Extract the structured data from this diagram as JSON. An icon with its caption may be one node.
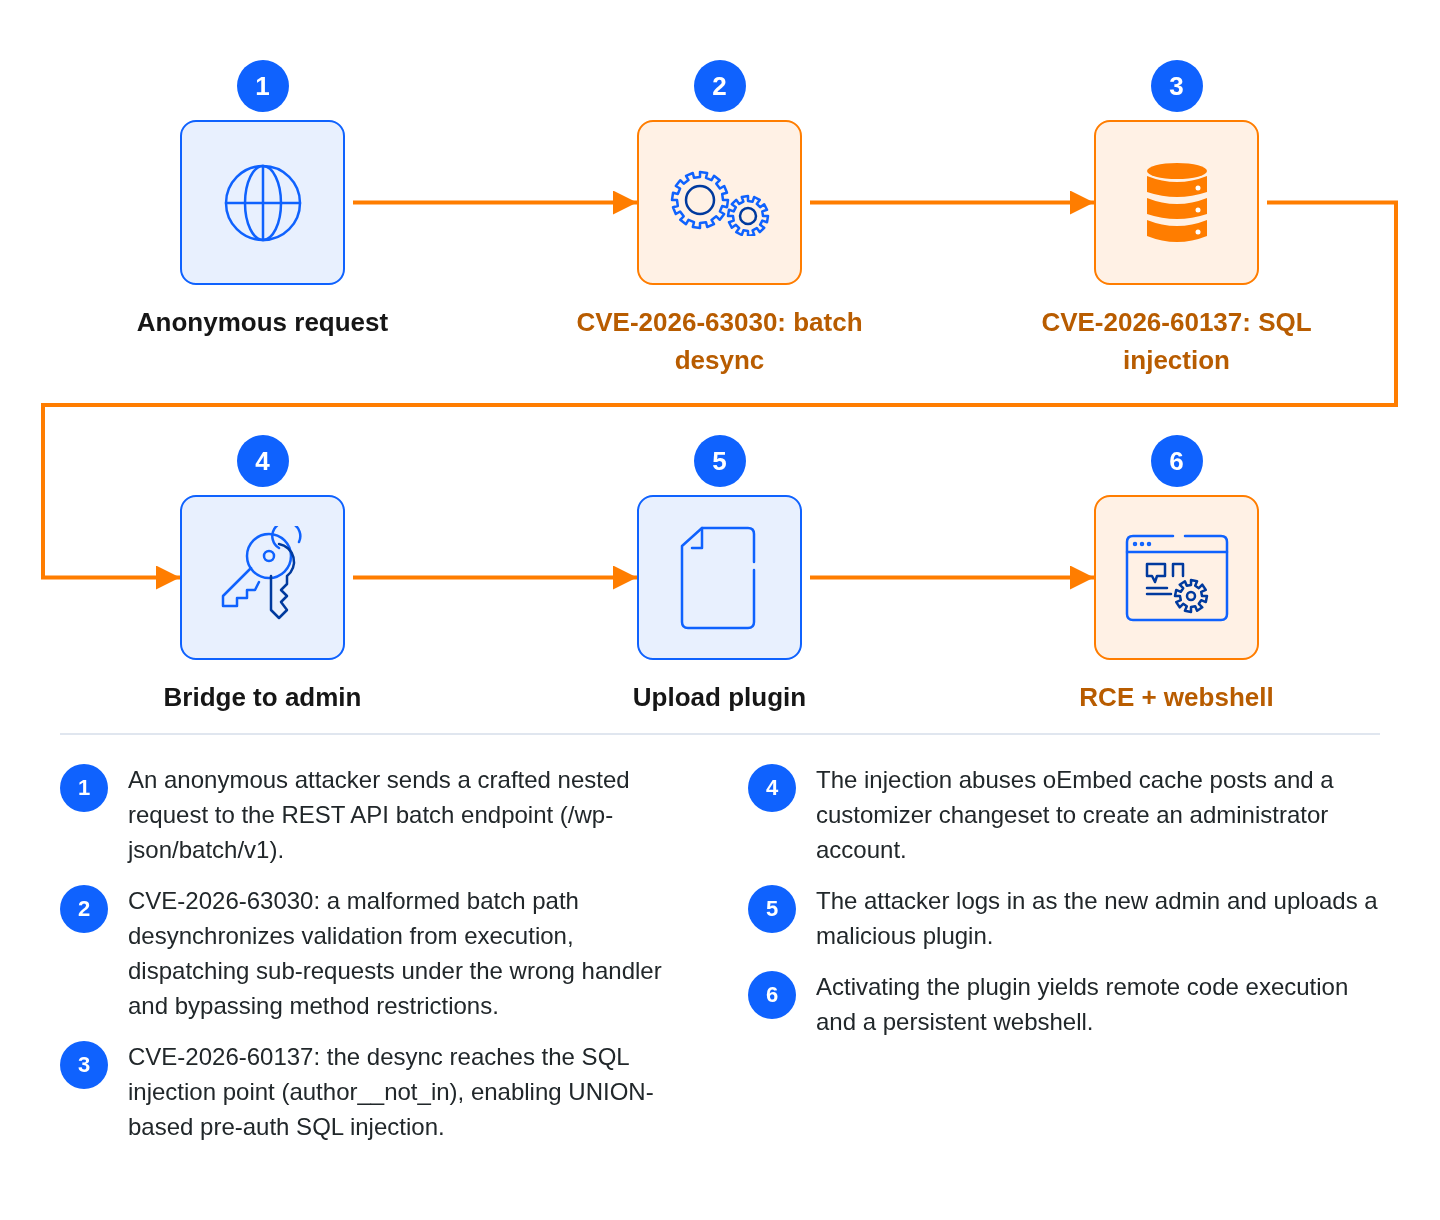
{
  "diagram": {
    "nodes": [
      {
        "text": [
          "Anonymous request"
        ],
        "beside": [
          "1"
        ]
      },
      {
        "text": [
          "CVE-2026-63030: batch desync"
        ],
        "beside": [
          "2"
        ]
      },
      {
        "text": [
          "CVE-2026-60137: SQL injection"
        ],
        "beside": [
          "3"
        ]
      },
      {
        "text": [
          "Bridge to admin"
        ],
        "beside": [
          "4"
        ]
      },
      {
        "text": [
          "Upload plugin"
        ],
        "beside": [
          "5"
        ]
      },
      {
        "text": [
          "RCE + webshell"
        ],
        "beside": [
          "6"
        ]
      }
    ],
    "edges": [
      {
        "from": 0,
        "to": 1,
        "arrow": "to"
      },
      {
        "from": 1,
        "to": 2,
        "arrow": "to"
      },
      {
        "from": 2,
        "to": 3,
        "arrow": "to"
      },
      {
        "from": 3,
        "to": 4,
        "arrow": "to"
      },
      {
        "from": 4,
        "to": 5,
        "arrow": "to"
      }
    ],
    "labels": [
      "1",
      "An anonymous attacker sends a crafted nested request to the REST API batch endpoint (/wp-json/batch/v1).",
      "2",
      "CVE-2026-63030: a malformed batch path desynchronizes validation from execution, dispatching sub-requests under the wrong handler and bypassing method restrictions.",
      "3",
      "CVE-2026-60137: the desync reaches the SQL injection point (author__not_in), enabling UNION-based pre-auth SQL injection.",
      "4",
      "The injection abuses oEmbed cache posts and a customizer changeset to create an administrator account.",
      "5",
      "The attacker logs in as the new admin and uploads a malicious plugin.",
      "6",
      "Activating the plugin yields remote code execution and a persistent webshell."
    ]
  }
}
